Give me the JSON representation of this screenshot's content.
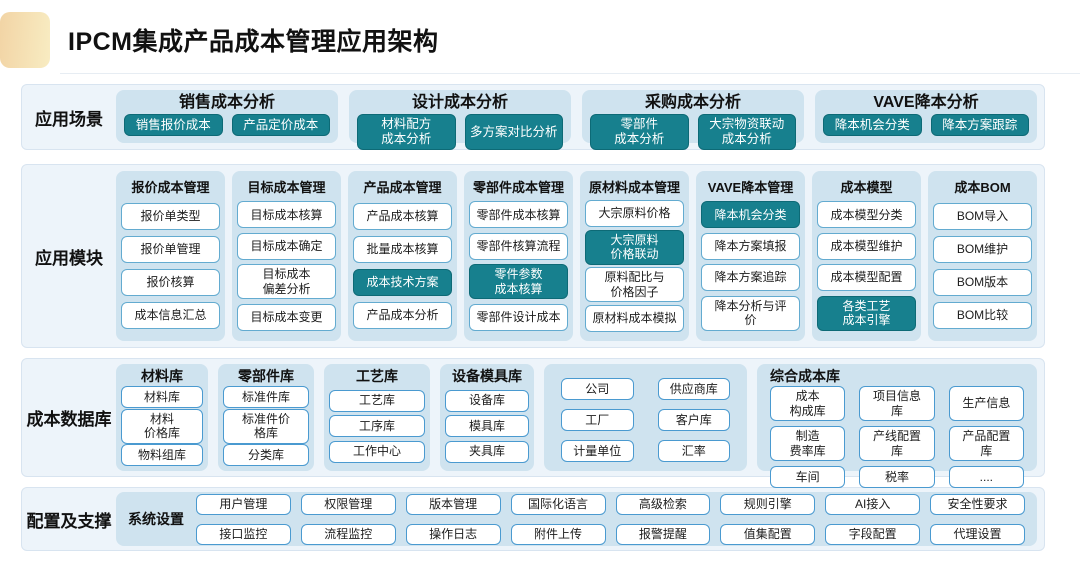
{
  "title": "IPCM集成产品成本管理应用架构",
  "scenarios": {
    "label": "应用场景",
    "groups": [
      {
        "header": "销售成本分析",
        "items": [
          "销售报价成本",
          "产品定价成本"
        ]
      },
      {
        "header": "设计成本分析",
        "items": [
          "材料配方\n成本分析",
          "多方案对比分析"
        ]
      },
      {
        "header": "采购成本分析",
        "items": [
          "零部件\n成本分析",
          "大宗物资联动\n成本分析"
        ]
      },
      {
        "header": "VAVE降本分析",
        "items": [
          "降本机会分类",
          "降本方案跟踪"
        ]
      }
    ]
  },
  "modules": {
    "label": "应用模块",
    "columns": [
      {
        "header": "报价成本管理",
        "items": [
          {
            "t": "报价单类型"
          },
          {
            "t": "报价单管理"
          },
          {
            "t": "报价核算"
          },
          {
            "t": "成本信息汇总"
          }
        ]
      },
      {
        "header": "目标成本管理",
        "items": [
          {
            "t": "目标成本核算"
          },
          {
            "t": "目标成本确定"
          },
          {
            "t": "目标成本\n偏差分析"
          },
          {
            "t": "目标成本变更"
          }
        ]
      },
      {
        "header": "产品成本管理",
        "items": [
          {
            "t": "产品成本核算"
          },
          {
            "t": "批量成本核算"
          },
          {
            "t": "成本技术方案",
            "hl": true
          },
          {
            "t": "产品成本分析"
          }
        ]
      },
      {
        "header": "零部件成本管理",
        "items": [
          {
            "t": "零部件成本核算"
          },
          {
            "t": "零部件核算流程"
          },
          {
            "t": "零件参数\n成本核算",
            "hl": true
          },
          {
            "t": "零部件设计成本"
          }
        ]
      },
      {
        "header": "原材料成本管理",
        "items": [
          {
            "t": "大宗原料价格"
          },
          {
            "t": "大宗原料\n价格联动",
            "hl": true
          },
          {
            "t": "原料配比与\n价格因子"
          },
          {
            "t": "原材料成本模拟"
          }
        ]
      },
      {
        "header": "VAVE降本管理",
        "items": [
          {
            "t": "降本机会分类",
            "hl": true
          },
          {
            "t": "降本方案填报"
          },
          {
            "t": "降本方案追踪"
          },
          {
            "t": "降本分析与评\n价"
          }
        ]
      },
      {
        "header": "成本模型",
        "items": [
          {
            "t": "成本模型分类"
          },
          {
            "t": "成本模型维护"
          },
          {
            "t": "成本模型配置"
          },
          {
            "t": "各类工艺\n成本引擎",
            "hl": true
          }
        ]
      },
      {
        "header": "成本BOM",
        "items": [
          {
            "t": "BOM导入"
          },
          {
            "t": "BOM维护"
          },
          {
            "t": "BOM版本"
          },
          {
            "t": "BOM比较"
          }
        ]
      }
    ]
  },
  "database": {
    "label": "成本数据库",
    "groups": [
      {
        "header": "材料库",
        "items": [
          "材料库",
          "材料\n价格库",
          "物料组库"
        ]
      },
      {
        "header": "零部件库",
        "items": [
          "标准件库",
          "标准件价\n格库",
          "分类库"
        ]
      },
      {
        "header": "工艺库",
        "items": [
          "工艺库",
          "工序库",
          "工作中心"
        ]
      },
      {
        "header": "设备模具库",
        "items": [
          "设备库",
          "模具库",
          "夹具库"
        ]
      },
      {
        "header": "",
        "items": [
          "公司",
          "供应商库",
          "工厂",
          "客户库",
          "计量单位",
          "汇率"
        ]
      },
      {
        "header": "综合成本库",
        "items": [
          "成本\n构成库",
          "项目信息\n库",
          "生产信息",
          "制造\n费率库",
          "产线配置\n库",
          "产品配置\n库",
          "车间",
          "税率",
          "...."
        ]
      }
    ]
  },
  "support": {
    "label": "配置及支撑",
    "sublabel": "系统设置",
    "items": [
      "用户管理",
      "权限管理",
      "版本管理",
      "国际化语言",
      "高级检索",
      "规则引擎",
      "AI接入",
      "安全性要求",
      "接口监控",
      "流程监控",
      "操作日志",
      "附件上传",
      "报警提醒",
      "值集配置",
      "字段配置",
      "代理设置"
    ]
  },
  "colors": {
    "teal": "#17808E",
    "teal_border": "#0D6A76",
    "panel": "#CFE3EF",
    "band_bg": "#EDF4FA",
    "band_border": "#D8E4F0",
    "box_border": "#63ABD0",
    "box_border2": "#4A9AD0",
    "accent_from": "#F2D4A5",
    "accent_to": "#F8ECC2"
  }
}
